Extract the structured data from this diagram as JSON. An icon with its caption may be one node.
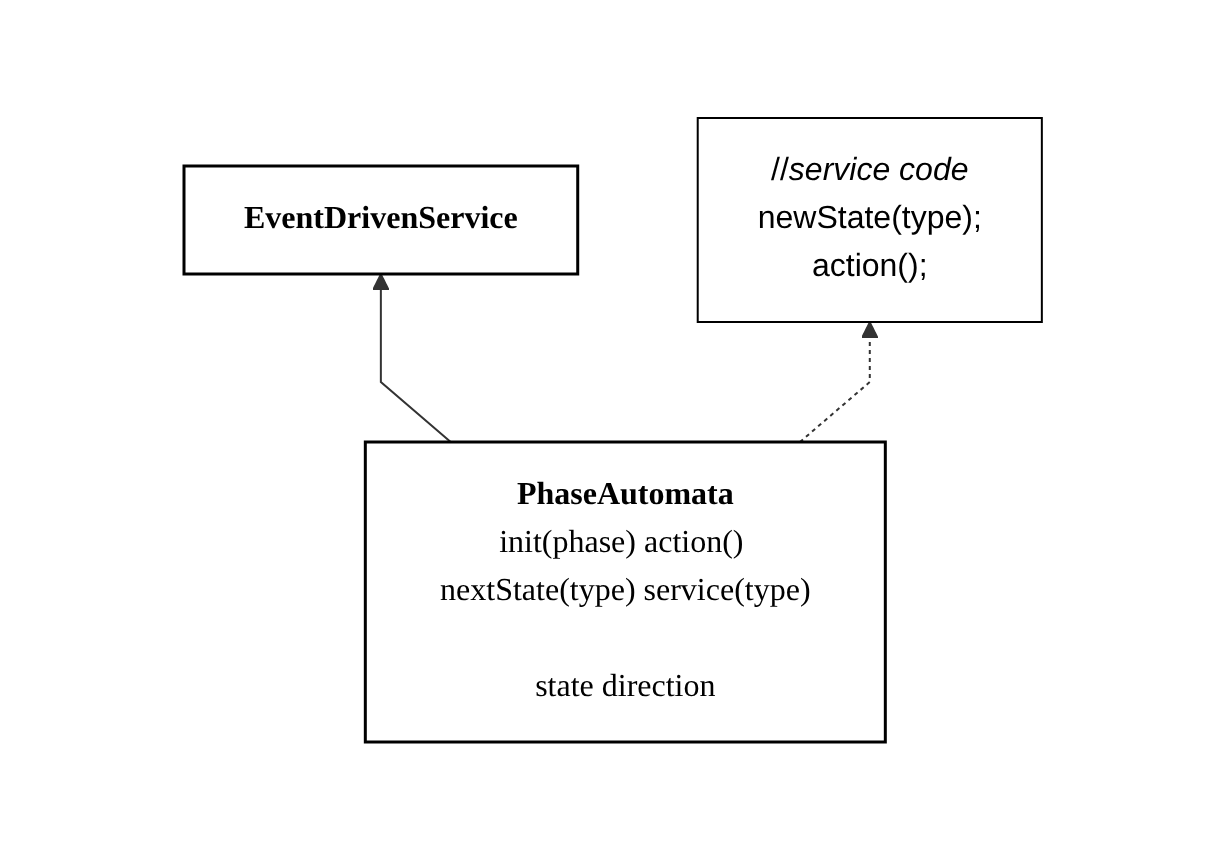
{
  "diagram": {
    "nodes": [
      {
        "text": [
          "EventDrivenService"
        ]
      },
      {
        "text": [
          "PhaseAutomata",
          "init(phase) action() nextState(type) service(type)",
          "state direction"
        ]
      },
      {
        "text": [
          "//*service code*",
          "newState(type);",
          "action();"
        ]
      }
    ],
    "edges": [
      {
        "from": 1,
        "to": 0,
        "arrow": "to"
      },
      {
        "from": 1,
        "to": 2,
        "arrow": "to",
        "style": "dashed"
      }
    ]
  }
}
